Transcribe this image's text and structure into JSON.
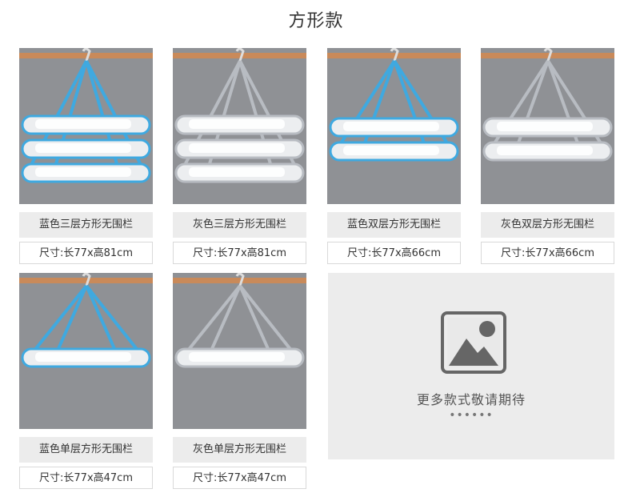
{
  "page": {
    "title": "方形款"
  },
  "colors": {
    "blue_trim": "#3fa9e0",
    "grey_trim": "#b8bcc2",
    "rod": "#c98a5a",
    "wall": "#8f9195"
  },
  "products": [
    {
      "name": "蓝色三层方形无围栏",
      "size": "尺寸:长77x高81cm",
      "layers": 3,
      "color": "blue"
    },
    {
      "name": "灰色三层方形无围栏",
      "size": "尺寸:长77x高81cm",
      "layers": 3,
      "color": "grey"
    },
    {
      "name": "蓝色双层方形无围栏",
      "size": "尺寸:长77x高66cm",
      "layers": 2,
      "color": "blue"
    },
    {
      "name": "灰色双层方形无围栏",
      "size": "尺寸:长77x高66cm",
      "layers": 2,
      "color": "grey"
    },
    {
      "name": "蓝色单层方形无围栏",
      "size": "尺寸:长77x高47cm",
      "layers": 1,
      "color": "blue"
    },
    {
      "name": "灰色单层方形无围栏",
      "size": "尺寸:长77x高47cm",
      "layers": 1,
      "color": "grey"
    }
  ],
  "more": {
    "text": "更多款式敬请期待",
    "dots": "••••••",
    "icon": "image-placeholder-icon"
  }
}
